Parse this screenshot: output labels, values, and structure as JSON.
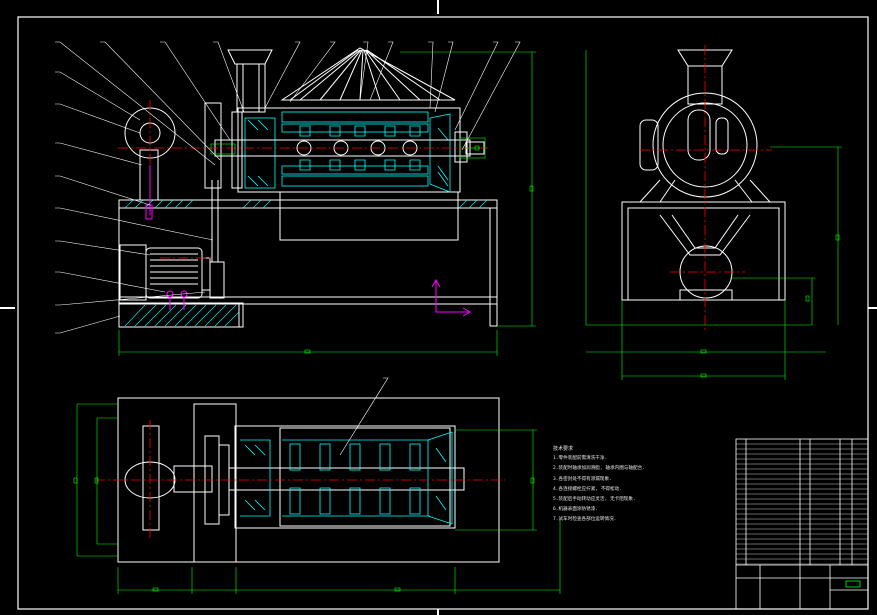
{
  "drawing": {
    "title": "技术要求",
    "notes": [
      "1.零件装配前需清洗干净.",
      "2.装配时轴承加润滑脂, 轴承内圈与轴配合.",
      "3.各密封处不得有渗漏现象.",
      "4.各连接螺栓应拧紧, 不得松动.",
      "5.装配后手动转动应灵活, 无卡阻现象.",
      "6.机器表面涂防锈漆.",
      "7.试车时检查各部位运转情况."
    ],
    "colors": {
      "background": "#000000",
      "outline": "#ffffff",
      "detail": "#00ffff",
      "dimension": "#00ff00",
      "center_line": "#ff0000",
      "coordinate_axis": "#ff00ff"
    }
  }
}
